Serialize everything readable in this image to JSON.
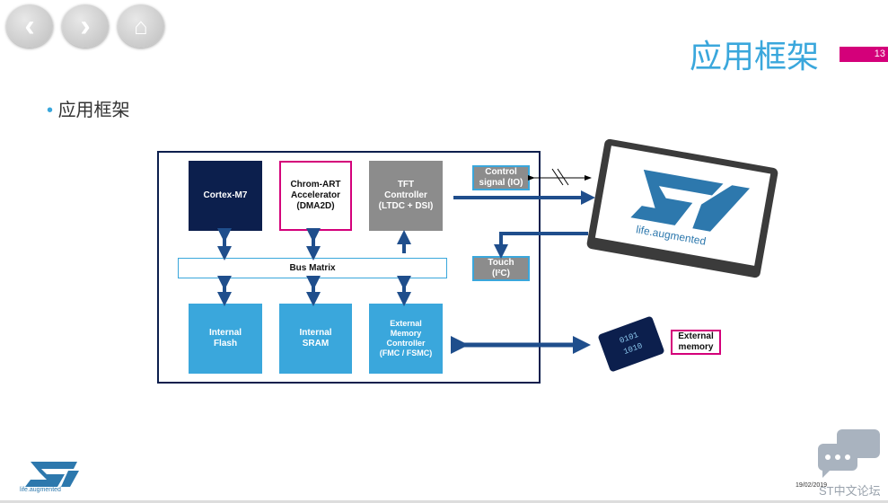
{
  "nav": {
    "back": "<",
    "forward": ">",
    "home": "home"
  },
  "header": {
    "title": "应用框架",
    "page_number": "13"
  },
  "bullet": {
    "text": "应用框架"
  },
  "diagram": {
    "cortex": "Cortex-M7",
    "chromart": "Chrom-ART\nAccelerator\n(DMA2D)",
    "tft": "TFT\nController\n(LTDC + DSI)",
    "bus": "Bus Matrix",
    "flash": "Internal\nFlash",
    "sram": "Internal\nSRAM",
    "fmc": "External\nMemory\nController\n(FMC / FSMC)",
    "control": "Control\nsignal (IO)",
    "touch": "Touch\n(I²C)",
    "ext_mem": "External\nmemory",
    "display_tagline": "life.augmented"
  },
  "footer": {
    "tagline": "life.augmented",
    "date": "19/02/2019",
    "forum": "ST中文论坛"
  },
  "colors": {
    "accent": "#3aa7dc",
    "magenta": "#d4007a",
    "navy": "#0c1f4d",
    "arrow": "#1f4e8c"
  }
}
